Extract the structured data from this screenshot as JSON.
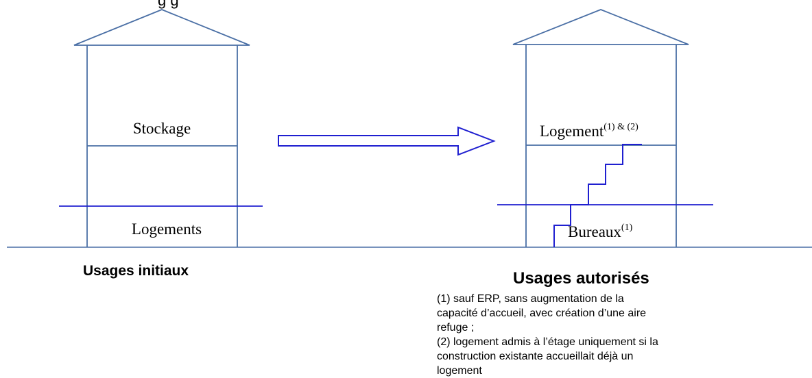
{
  "colors": {
    "outline": "#4a6fa5",
    "accent": "#1f1fd0",
    "text": "#000000"
  },
  "title_partial": "g      g",
  "left_building": {
    "upper_label": "Stockage",
    "lower_label": "Logements",
    "caption": "Usages initiaux"
  },
  "right_building": {
    "upper_label": "Logement",
    "upper_sup": "(1) & (2)",
    "lower_label": "Bureaux",
    "lower_sup": "(1)",
    "caption": "Usages autorisés"
  },
  "footnotes": [
    "(1) sauf ERP, sans augmentation de la capacité d’accueil, avec création d’une aire refuge ;",
    "(2) logement admis à l’étage uniquement si la construction existante accueillait déjà un logement"
  ]
}
